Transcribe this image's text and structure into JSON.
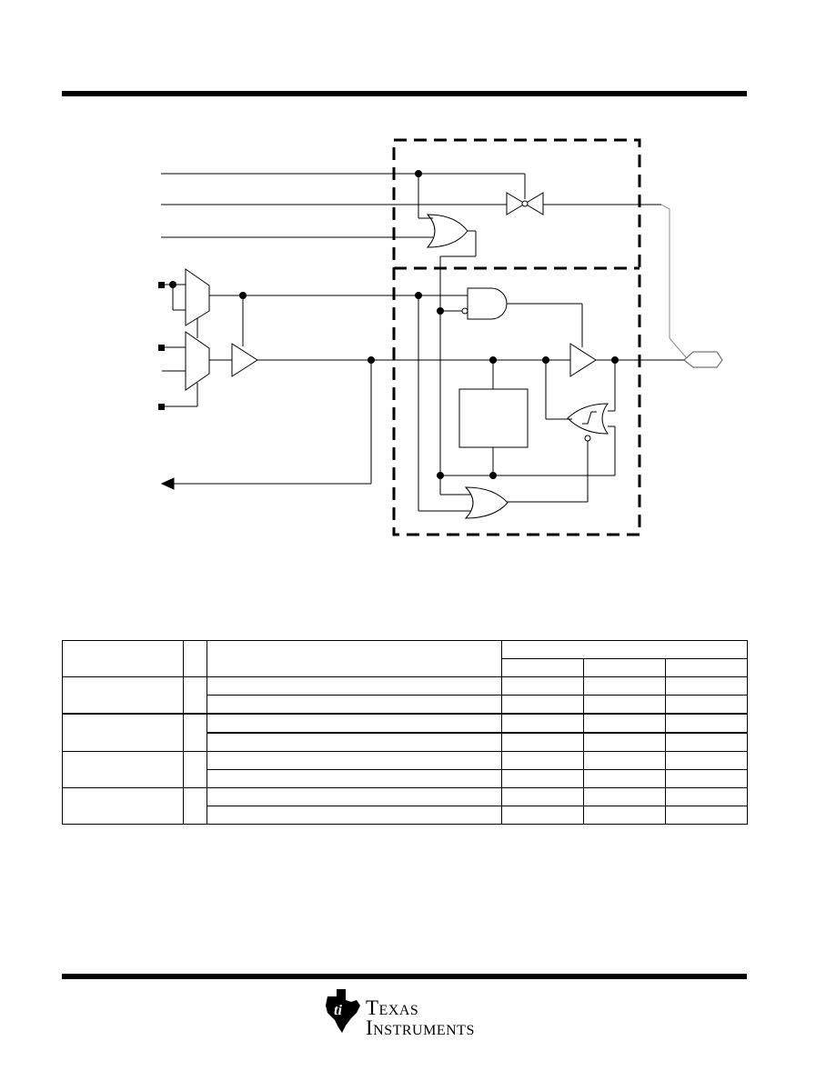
{
  "document": {
    "page_kind": "datasheet page",
    "footer": {
      "logo": {
        "name": "ti-logo-icon",
        "wordmark_line1": "Texas",
        "wordmark_line2": "Instruments"
      }
    }
  },
  "schematic": {
    "icon": "logic-circuit-diagram",
    "color": "#000000"
  },
  "table": {
    "header_rows": 2,
    "body_groups": 4,
    "rows_per_group": 2,
    "value_columns": 3
  }
}
